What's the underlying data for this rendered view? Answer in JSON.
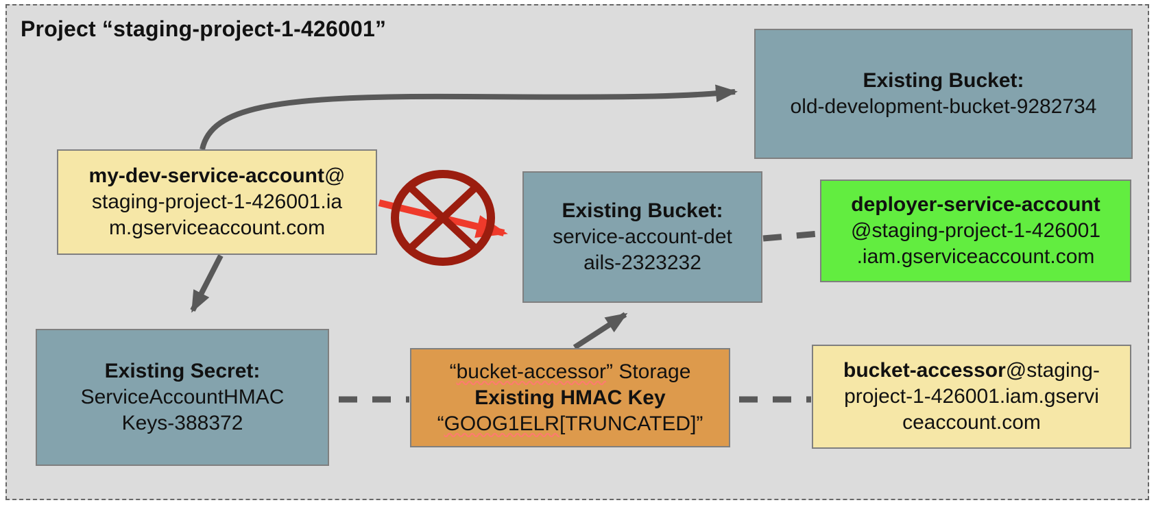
{
  "title": "Project “staging-project-1-426001”",
  "colors": {
    "page_bg": "#ffffff",
    "canvas_fill": "#dcdcdc",
    "frame_border": "#666666",
    "node_border": "#7f7f7f",
    "bucket_fill": "#84a3ad",
    "yellow_fill": "#f6e7a7",
    "green_fill": "#62ed40",
    "orange_fill": "#dd9a4c",
    "arrow_gray": "#595959",
    "arrow_red": "#ef3a2b",
    "blocked_red": "#9b1d0f",
    "squiggle": "#ff7a70",
    "text": "#111111"
  },
  "nodes": {
    "bucket_old": {
      "kind": "bucket",
      "lines": [
        [
          {
            "t": "Existing Bucket:",
            "b": true
          }
        ],
        [
          {
            "t": "old-development-bucket-9282734"
          }
        ]
      ]
    },
    "sa_dev": {
      "kind": "service-account",
      "lines": [
        [
          {
            "t": "my-dev-service-account",
            "b": true
          },
          {
            "t": "@"
          }
        ],
        [
          {
            "t": "staging-project-1-426001.ia"
          }
        ],
        [
          {
            "t": "m.gserviceaccount.com"
          }
        ]
      ]
    },
    "bucket_details": {
      "kind": "bucket",
      "lines": [
        [
          {
            "t": "Existing Bucket:",
            "b": true
          }
        ],
        [
          {
            "t": "service-account-det"
          }
        ],
        [
          {
            "t": "ails-2323232"
          }
        ]
      ]
    },
    "sa_deployer": {
      "kind": "service-account",
      "lines": [
        [
          {
            "t": "deployer-service-account",
            "b": true
          }
        ],
        [
          {
            "t": "@staging-project-1-426001"
          }
        ],
        [
          {
            "t": ".iam.gserviceaccount.com"
          }
        ]
      ]
    },
    "secret": {
      "kind": "secret",
      "lines": [
        [
          {
            "t": "Existing Secret:",
            "b": true
          }
        ],
        [
          {
            "t": "ServiceAccountHMAC"
          }
        ],
        [
          {
            "t": "Keys-388372"
          }
        ]
      ]
    },
    "hmac": {
      "kind": "hmac-key",
      "lines": [
        [
          {
            "t": "“"
          },
          {
            "t": "bucket-accessor",
            "u": true
          },
          {
            "t": "” Storage"
          }
        ],
        [
          {
            "t": "Existing HMAC Key",
            "b": true
          }
        ],
        [
          {
            "t": "“"
          },
          {
            "t": "GOOG1ELR",
            "u": true
          },
          {
            "t": "[TRUNCATED]”"
          }
        ]
      ]
    },
    "sa_accessor": {
      "kind": "service-account",
      "lines": [
        [
          {
            "t": "bucket-accessor",
            "b": true
          },
          {
            "t": "@staging-"
          }
        ],
        [
          {
            "t": "project-1-426001.iam.gservi"
          }
        ],
        [
          {
            "t": "ceaccount.com"
          }
        ]
      ]
    }
  },
  "edges": [
    {
      "id": "dev-to-old-bucket",
      "from": "sa_dev",
      "to": "bucket_old",
      "style": "solid-curved-arrow",
      "color": "#595959"
    },
    {
      "id": "dev-to-details-blocked",
      "from": "sa_dev",
      "to": "bucket_details",
      "style": "solid-arrow",
      "color": "#ef3a2b",
      "blocked": true,
      "blocked_marker": "crossed-circle",
      "blocked_color": "#9b1d0f"
    },
    {
      "id": "dev-to-secret",
      "from": "sa_dev",
      "to": "secret",
      "style": "solid-arrow",
      "color": "#595959"
    },
    {
      "id": "hmac-to-details",
      "from": "hmac",
      "to": "bucket_details",
      "style": "solid-arrow",
      "color": "#595959"
    },
    {
      "id": "details-to-deployer",
      "from": "bucket_details",
      "to": "sa_deployer",
      "style": "dashed-link",
      "color": "#595959"
    },
    {
      "id": "secret-to-hmac",
      "from": "secret",
      "to": "hmac",
      "style": "dashed-link",
      "color": "#595959"
    },
    {
      "id": "hmac-to-accessor",
      "from": "hmac",
      "to": "sa_accessor",
      "style": "dashed-link",
      "color": "#595959"
    }
  ]
}
